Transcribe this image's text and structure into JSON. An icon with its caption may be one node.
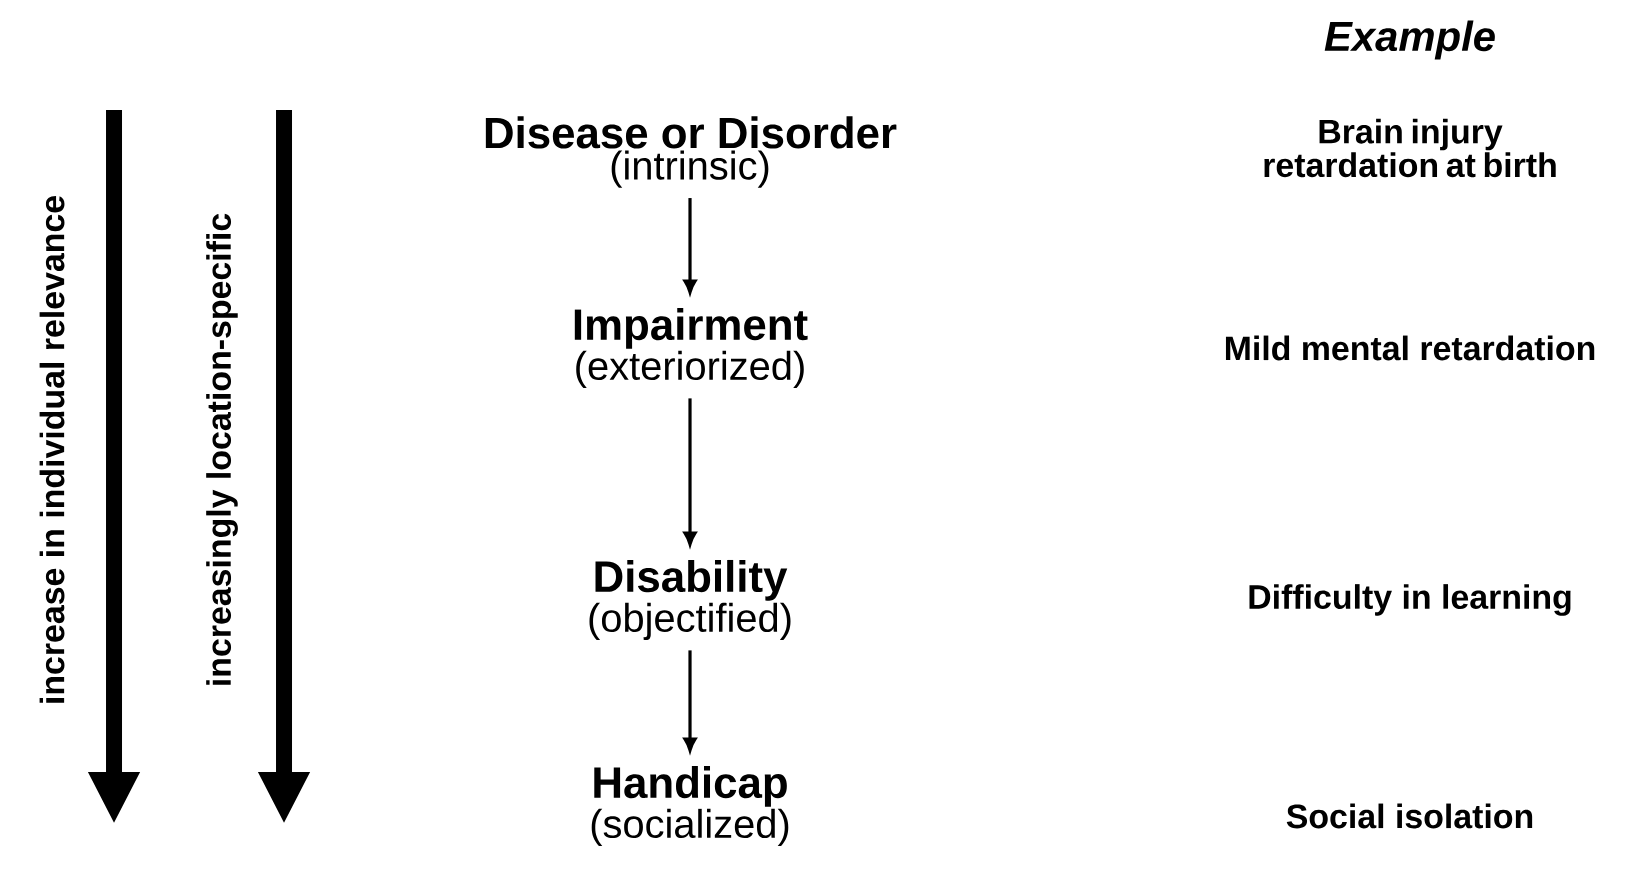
{
  "diagram": {
    "nodes": [
      {
        "text": [
          "Disease or Disorder",
          "(intrinsic)"
        ]
      },
      {
        "text": [
          "Impairment",
          "(exteriorized)"
        ]
      },
      {
        "text": [
          "Disability",
          "(objectified)"
        ]
      },
      {
        "text": [
          "Handicap",
          "(socialized)"
        ]
      }
    ],
    "edges": [
      {
        "from": 0,
        "to": 1,
        "arrow": "to"
      },
      {
        "from": 1,
        "to": 2,
        "arrow": "to"
      },
      {
        "from": 2,
        "to": 3,
        "arrow": "to"
      }
    ],
    "labels": [
      "increase in individual relevance",
      "increasingly location-specific",
      "Example",
      "Brain injury retardation at birth",
      "Mild mental retardation",
      "Difficulty in learning",
      "Social isolation"
    ]
  }
}
